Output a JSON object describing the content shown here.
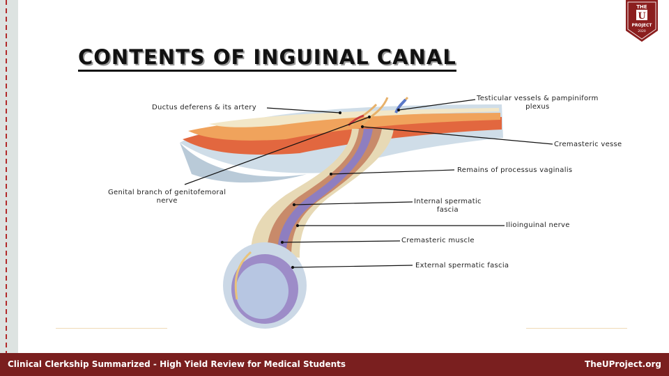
{
  "slide": {
    "title": "CONTENTS OF INGUINAL CANAL"
  },
  "logo": {
    "line1": "THE",
    "letter": "U",
    "line2": "PROJECT",
    "year": "2020"
  },
  "labels": {
    "ductus": "Ductus deferens & its artery",
    "testicular_l1": "Testicular vessels & pampiniform",
    "testicular_l2": "plexus",
    "cremasteric_vessel": "Cremasteric vesse",
    "processus": "Remains of processus vaginalis",
    "genital_l1": "Genital branch of genitofemoral",
    "genital_l2": "nerve",
    "internal_l1": "Internal spermatic",
    "internal_l2": "fascia",
    "ilioinguinal": "Ilioinguinal nerve",
    "cremasteric_muscle": "Cremasteric muscle",
    "external": "External spermatic fascia"
  },
  "footer": {
    "left": "Clinical Clerkship Summarized - High Yield Review for Medical Students",
    "right": "TheUProject.org"
  },
  "colors": {
    "footer_bg": "#7a1f1f",
    "accent_dash": "#b22a2a"
  }
}
